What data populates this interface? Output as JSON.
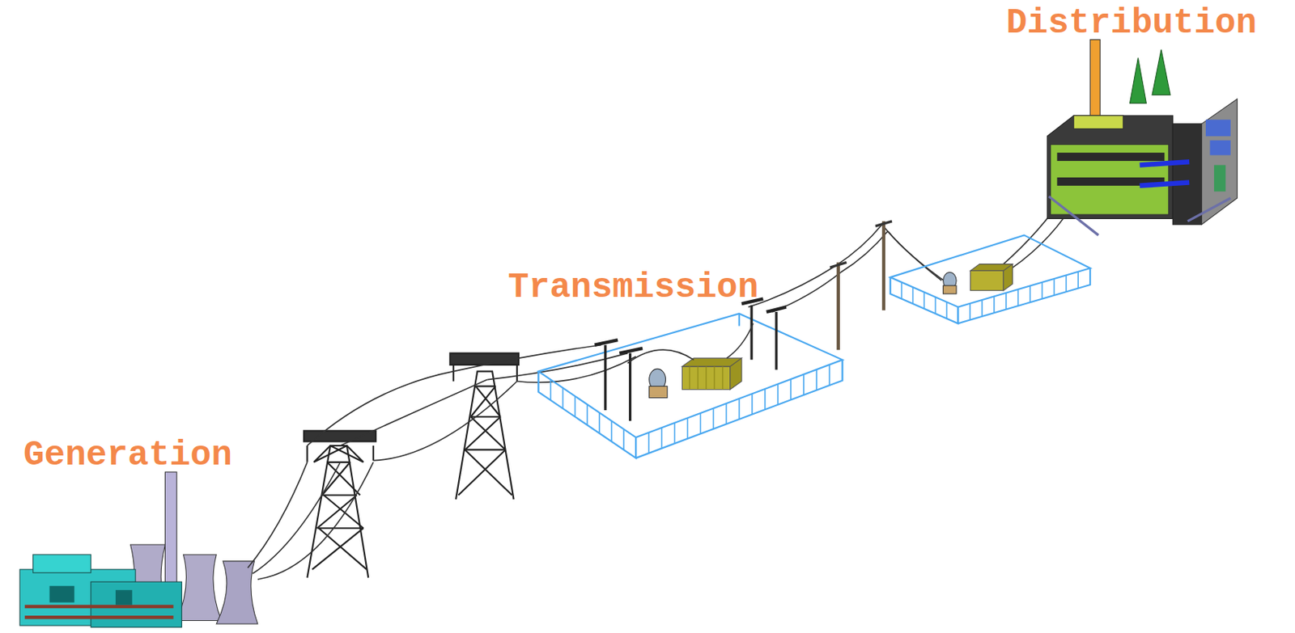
{
  "diagram": {
    "labels": [
      "Generation",
      "Transmission",
      "Distribution"
    ]
  }
}
